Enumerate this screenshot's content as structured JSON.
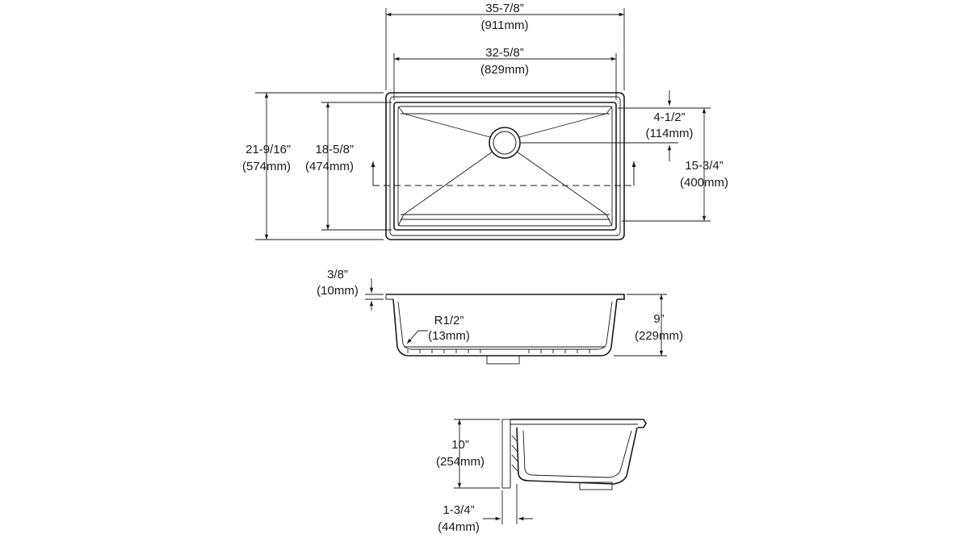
{
  "top_view": {
    "overall_width": {
      "imperial": "35-7/8”",
      "metric": "(911mm)"
    },
    "bowl_width": {
      "imperial": "32-5/8”",
      "metric": "(829mm)"
    },
    "overall_depth": {
      "imperial": "21-9/16”",
      "metric": "(574mm)"
    },
    "bowl_depth": {
      "imperial": "18-5/8”",
      "metric": "(474mm)"
    },
    "drain_offset": {
      "imperial": "4-1/2”",
      "metric": "(114mm)"
    },
    "drain_to_front": {
      "imperial": "15-3/4”",
      "metric": "(400mm)"
    }
  },
  "front_section": {
    "rim_thickness": {
      "imperial": "3/8”",
      "metric": "(10mm)"
    },
    "corner_radius": {
      "imperial": "R1/2”",
      "metric": "(13mm)"
    },
    "bowl_depth": {
      "imperial": "9”",
      "metric": "(229mm)"
    }
  },
  "side_section": {
    "overall_depth": {
      "imperial": "10”",
      "metric": "(254mm)"
    },
    "wall_offset": {
      "imperial": "1-3/4”",
      "metric": "(44mm)"
    }
  }
}
